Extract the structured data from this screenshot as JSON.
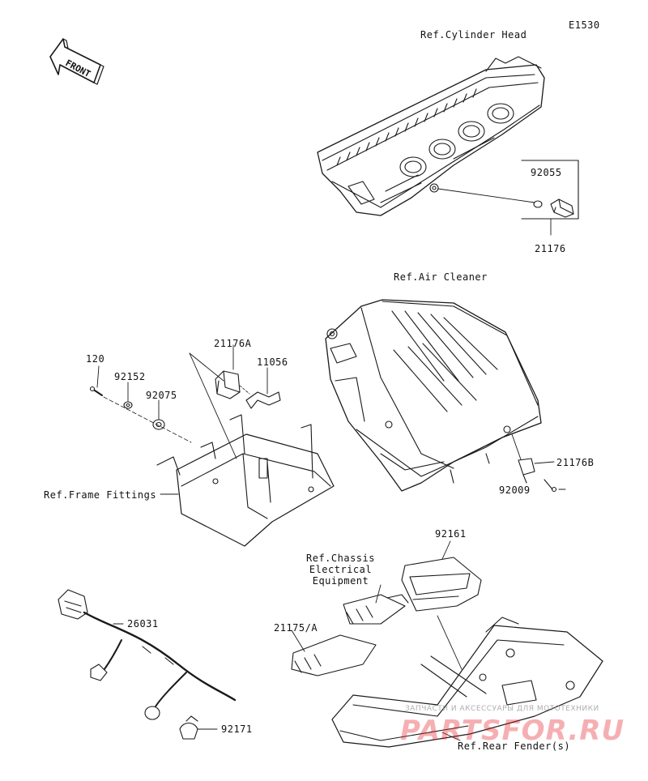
{
  "diagram_code": "E1530",
  "front_label": "FRONT",
  "refs": {
    "cylinder_head": "Ref.Cylinder Head",
    "air_cleaner": "Ref.Air Cleaner",
    "frame_fittings": "Ref.Frame Fittings",
    "chassis_electrical": "Ref.Chassis\nElectrical\nEquipment",
    "rear_fender": "Ref.Rear Fender(s)"
  },
  "parts": {
    "p92055": "92055",
    "p21176": "21176",
    "p21176A": "21176A",
    "p11056": "11056",
    "p120": "120",
    "p92152": "92152",
    "p92075": "92075",
    "p21176B": "21176B",
    "p92009": "92009",
    "p92161": "92161",
    "p21175A": "21175/A",
    "p26031": "26031",
    "p92171": "92171"
  },
  "watermark": {
    "brand": "PARTSFOR.RU",
    "tagline": "ЗАПЧАСТИ И АКСЕССУАРЫ ДЛЯ МОТОТЕХНИКИ",
    "color": "#e31e24"
  }
}
